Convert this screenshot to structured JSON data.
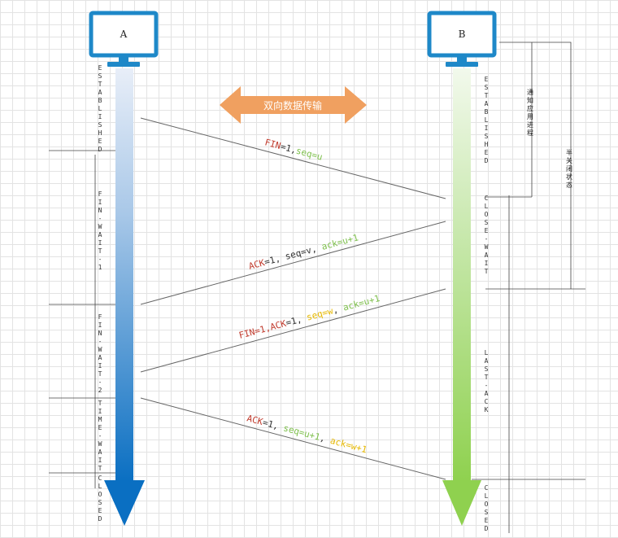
{
  "hosts": {
    "a": {
      "label": "A"
    },
    "b": {
      "label": "B"
    }
  },
  "banner": {
    "label": "双向数据传输"
  },
  "messages": [
    {
      "parts": [
        {
          "text": "FIN",
          "color": "#c0392b"
        },
        {
          "text": "=1,",
          "color": "#333333"
        },
        {
          "text": "seq=u",
          "color": "#7dbf4b"
        }
      ]
    },
    {
      "parts": [
        {
          "text": "ACK",
          "color": "#c0392b"
        },
        {
          "text": "=1, seq=v, ",
          "color": "#333333"
        },
        {
          "text": "ack=u+1",
          "color": "#7dbf4b"
        }
      ]
    },
    {
      "parts": [
        {
          "text": "FIN=1,ACK",
          "color": "#c0392b"
        },
        {
          "text": "=1, ",
          "color": "#333333"
        },
        {
          "text": "seq=w",
          "color": "#e6b800"
        },
        {
          "text": ", ",
          "color": "#333333"
        },
        {
          "text": "ack=u+1",
          "color": "#7dbf4b"
        }
      ]
    },
    {
      "parts": [
        {
          "text": "ACK",
          "color": "#c0392b"
        },
        {
          "text": "=1, ",
          "color": "#333333"
        },
        {
          "text": "seq=u+1",
          "color": "#7dbf4b"
        },
        {
          "text": ", ",
          "color": "#333333"
        },
        {
          "text": "ack=w+1",
          "color": "#e6b800"
        }
      ]
    }
  ],
  "states_a": [
    "ESTABLISHED",
    "FIN-WAIT-1",
    "FIN-WAIT-2",
    "TIME-WAIT",
    "CLOSED"
  ],
  "states_b": [
    "ESTABLISHED",
    "CLOSE-WAIT",
    "LAST-ACK",
    "CLOSED"
  ],
  "annotations": {
    "notify_app": "通知应用进程",
    "half_closed": "半关闭状态"
  },
  "colors": {
    "monitor": "#1e88c8",
    "arrow_a": "#0a6fc2",
    "arrow_b": "#8fd14f",
    "banner": "#f0a060"
  }
}
